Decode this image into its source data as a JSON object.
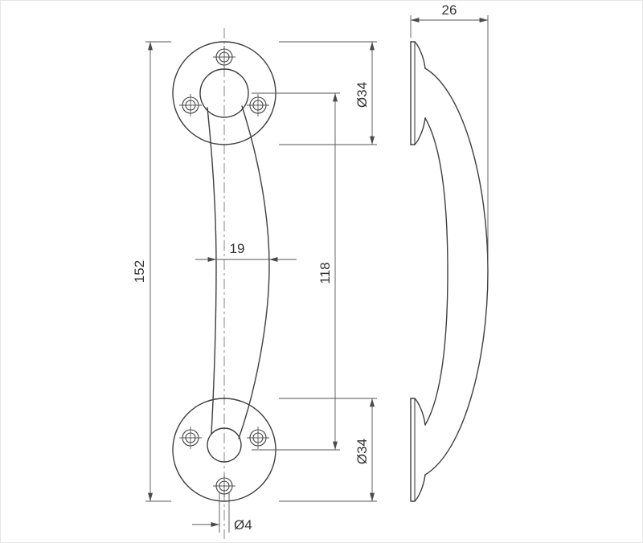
{
  "drawing": {
    "background_color": "#ffffff",
    "object_line_color": "#3f3f3f",
    "dimension_line_color": "#555555",
    "text_color": "#333333",
    "dims": {
      "overall_height": "152",
      "top_rose_diameter": "Ø34",
      "fixing_centres": "118",
      "grip_width": "19",
      "bottom_rose_diameter": "Ø34",
      "screw_hole_diameter": "Ø4",
      "projection": "26"
    }
  }
}
